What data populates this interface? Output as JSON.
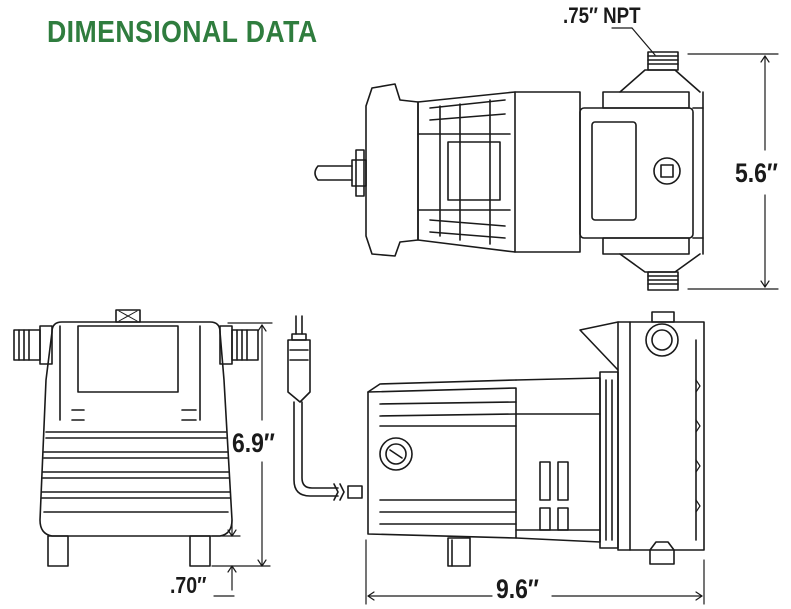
{
  "title": "DIMENSIONAL DATA",
  "colors": {
    "title": "#2f7d3e",
    "ink": "#1a1a1a",
    "fill": "#ffffff"
  },
  "dimensions": {
    "npt": ".75″ NPT",
    "top_height": "5.6″",
    "front_height": "6.9″",
    "foot_height": ".70″",
    "side_length": "9.6″"
  }
}
